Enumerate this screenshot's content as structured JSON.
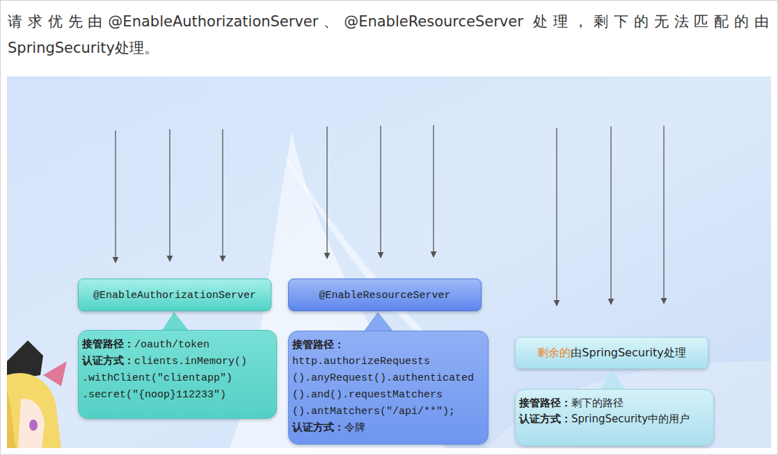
{
  "diagram": {
    "title": "请求优先由@EnableAuthorizationServer、@EnableResourceServer 处理，剩下的无法匹配的由SpringSecurity处理。",
    "nodes": [
      {
        "text": [
          "@EnableAuthorizationServer"
        ]
      },
      {
        "text": [
          "接管路径：",
          "/oauth/token",
          "认证方式：",
          "clients.inMemory() .withClient(\"clientapp\") .secret(\"{noop}112233\")"
        ]
      },
      {
        "text": [
          "@EnableResourceServer"
        ]
      },
      {
        "text": [
          "接管路径：",
          "http.authorizeRequests ().anyRequest().authenticated ().and().requestMatchers ().antMatchers(\"/api/**\");",
          "认证方式：",
          "令牌"
        ]
      },
      {
        "text": [
          "剩余的",
          "由SpringSecurity处理"
        ]
      },
      {
        "text": [
          "接管路径：",
          "剩下的路径",
          "认证方式：",
          "SpringSecurity中的用户"
        ]
      }
    ]
  }
}
